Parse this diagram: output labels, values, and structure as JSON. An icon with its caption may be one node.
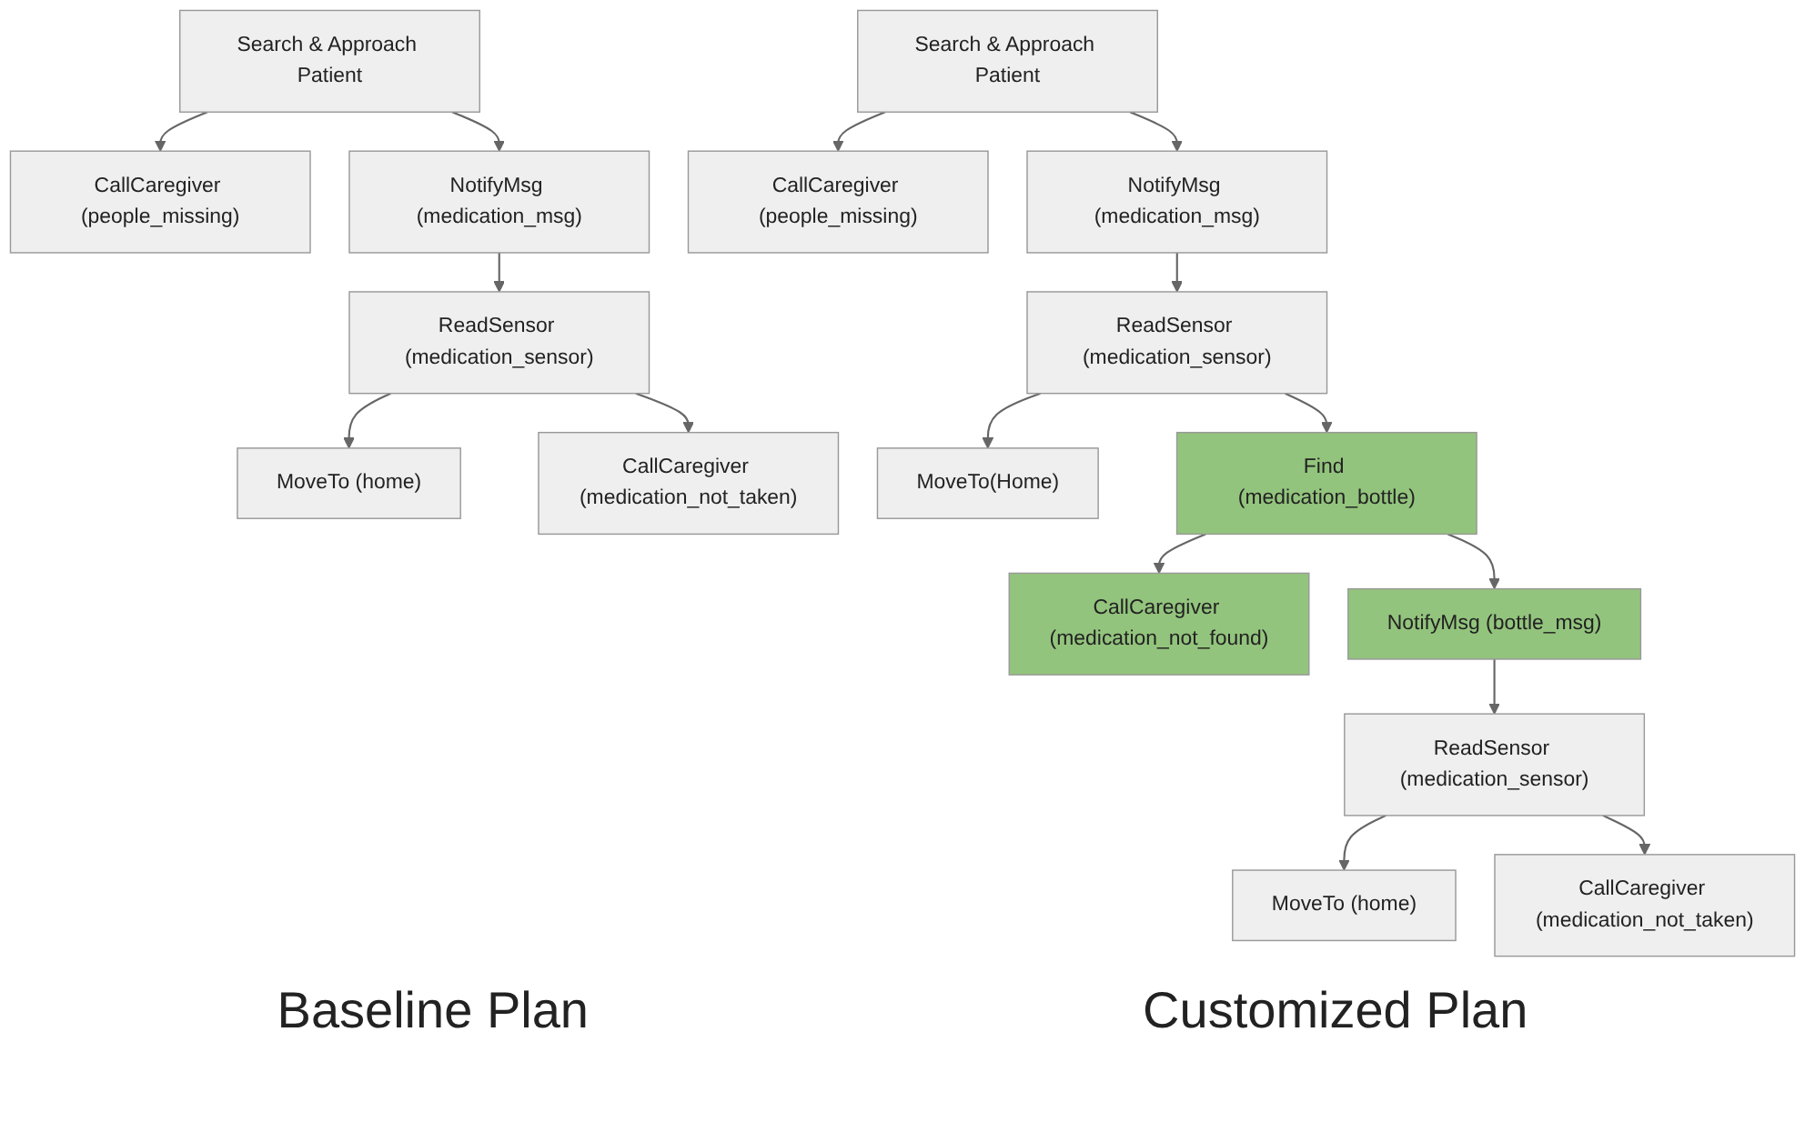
{
  "diagram": {
    "nodes": [
      {
        "text": [
          "Search & Approach Patient"
        ]
      },
      {
        "text": [
          "CallCaregiver (people_missing)"
        ]
      },
      {
        "text": [
          "NotifyMsg (medication_msg)"
        ]
      },
      {
        "text": [
          "ReadSensor (medication_sensor)"
        ]
      },
      {
        "text": [
          "MoveTo (home)"
        ]
      },
      {
        "text": [
          "CallCaregiver (medication_not_taken)"
        ]
      },
      {
        "text": [
          "Search & Approach Patient"
        ]
      },
      {
        "text": [
          "CallCaregiver (people_missing)"
        ]
      },
      {
        "text": [
          "NotifyMsg (medication_msg)"
        ]
      },
      {
        "text": [
          "ReadSensor (medication_sensor)"
        ]
      },
      {
        "text": [
          "MoveTo(Home)"
        ]
      },
      {
        "text": [
          "Find (medication_bottle)"
        ]
      },
      {
        "text": [
          "CallCaregiver (medication_not_found)"
        ]
      },
      {
        "text": [
          "NotifyMsg (bottle_msg)"
        ]
      },
      {
        "text": [
          "ReadSensor (medication_sensor)"
        ]
      },
      {
        "text": [
          "MoveTo (home)"
        ]
      },
      {
        "text": [
          "CallCaregiver (medication_not_taken)"
        ]
      }
    ],
    "edges": [
      {
        "from": 0,
        "to": 1,
        "arrow": "to"
      },
      {
        "from": 0,
        "to": 2,
        "arrow": "to"
      },
      {
        "from": 2,
        "to": 3,
        "arrow": "to"
      },
      {
        "from": 3,
        "to": 4,
        "arrow": "to"
      },
      {
        "from": 3,
        "to": 5,
        "arrow": "to"
      },
      {
        "from": 6,
        "to": 7,
        "arrow": "to"
      },
      {
        "from": 6,
        "to": 8,
        "arrow": "to"
      },
      {
        "from": 8,
        "to": 9,
        "arrow": "to"
      },
      {
        "from": 9,
        "to": 10,
        "arrow": "to"
      },
      {
        "from": 9,
        "to": 11,
        "arrow": "to"
      },
      {
        "from": 11,
        "to": 12,
        "arrow": "to"
      },
      {
        "from": 11,
        "to": 13,
        "arrow": "to"
      },
      {
        "from": 13,
        "to": 14,
        "arrow": "to"
      },
      {
        "from": 14,
        "to": 15,
        "arrow": "to"
      },
      {
        "from": 14,
        "to": 16,
        "arrow": "to"
      }
    ],
    "labels": [
      "Baseline Plan",
      "Customized Plan"
    ]
  }
}
